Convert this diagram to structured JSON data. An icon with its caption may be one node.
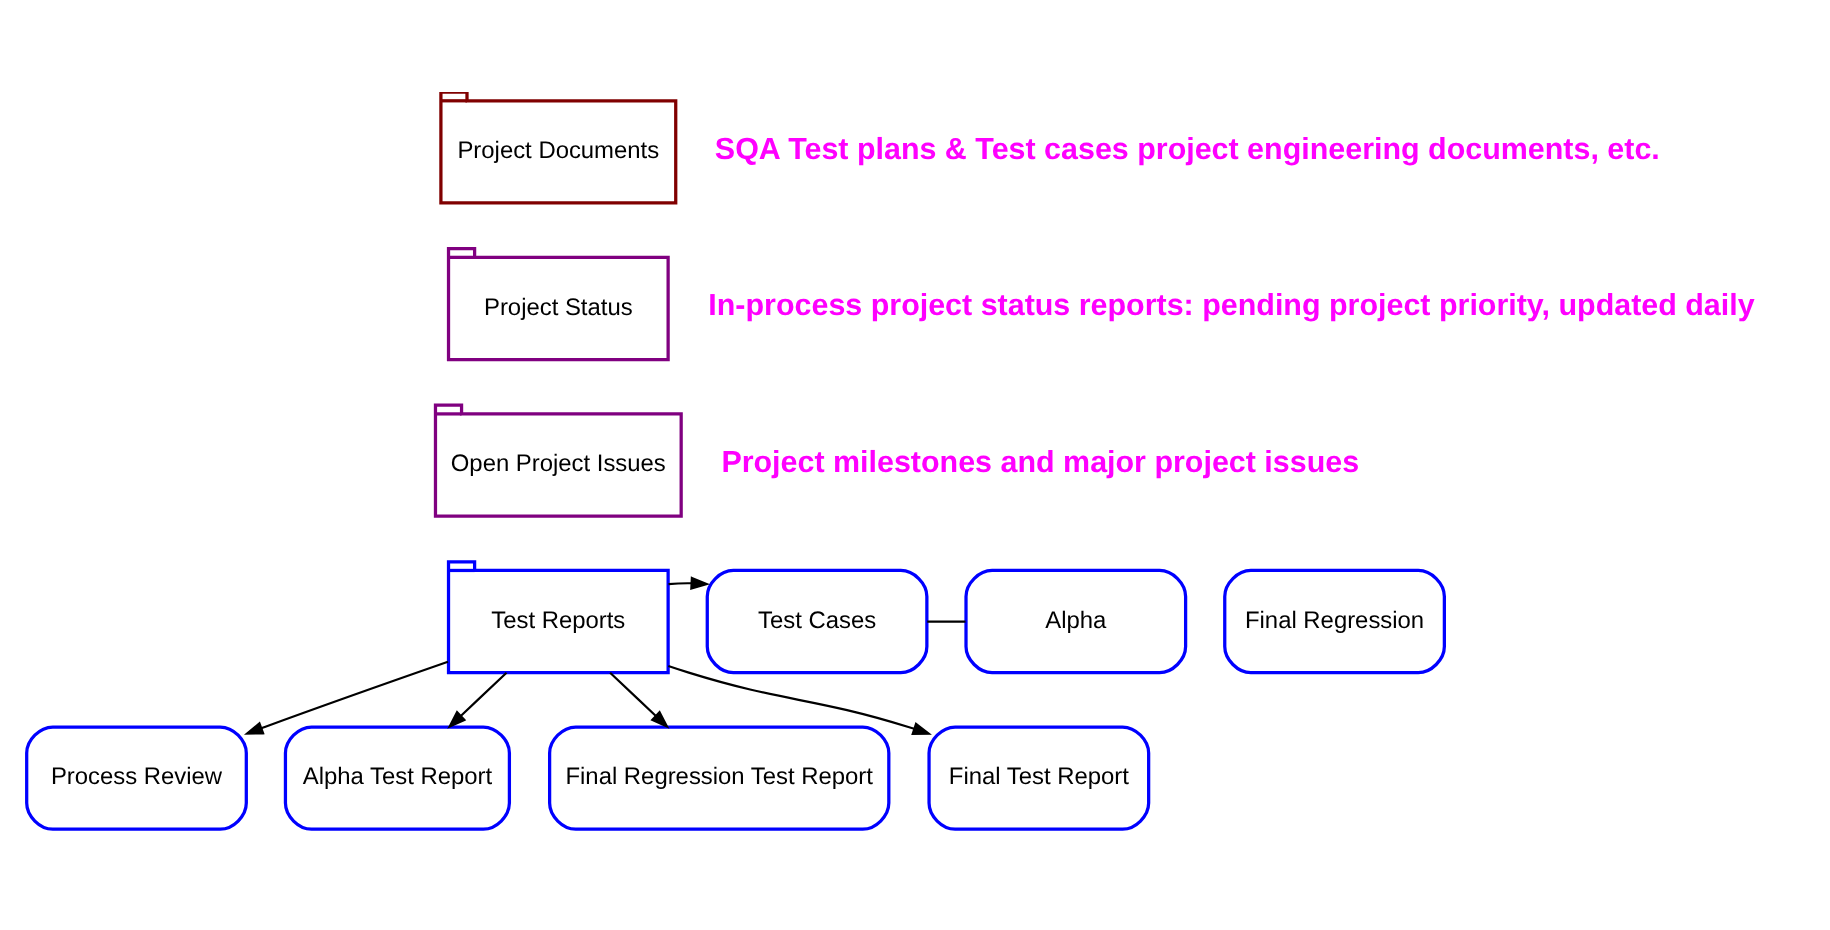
{
  "diagram": {
    "nodes": [
      {
        "text": [
          "Project Documents"
        ],
        "beside": [
          "SQA Test plans & Test cases project engineering documents, etc."
        ]
      },
      {
        "text": [
          "Project Status"
        ],
        "beside": [
          "In-process project status reports: pending project priority, updated daily"
        ]
      },
      {
        "text": [
          "Open Project Issues"
        ],
        "beside": [
          "Project milestones and major project issues"
        ]
      },
      {
        "text": [
          "Test Reports"
        ]
      },
      {
        "text": [
          "Test Cases"
        ]
      },
      {
        "text": [
          "Alpha"
        ]
      },
      {
        "text": [
          "Final Regression"
        ]
      },
      {
        "text": [
          "Process Review"
        ]
      },
      {
        "text": [
          "Alpha Test Report"
        ]
      },
      {
        "text": [
          "Final Regression Test Report"
        ]
      },
      {
        "text": [
          "Final Test Report"
        ]
      }
    ],
    "edges": [
      {
        "from": 4,
        "to": 5,
        "arrow": "none"
      },
      {
        "from": 3,
        "to": 4,
        "arrow": "to"
      },
      {
        "from": 3,
        "to": 7,
        "arrow": "to"
      },
      {
        "from": 3,
        "to": 8,
        "arrow": "to"
      },
      {
        "from": 3,
        "to": 9,
        "arrow": "to"
      },
      {
        "from": 3,
        "to": 10,
        "arrow": "to"
      }
    ]
  }
}
